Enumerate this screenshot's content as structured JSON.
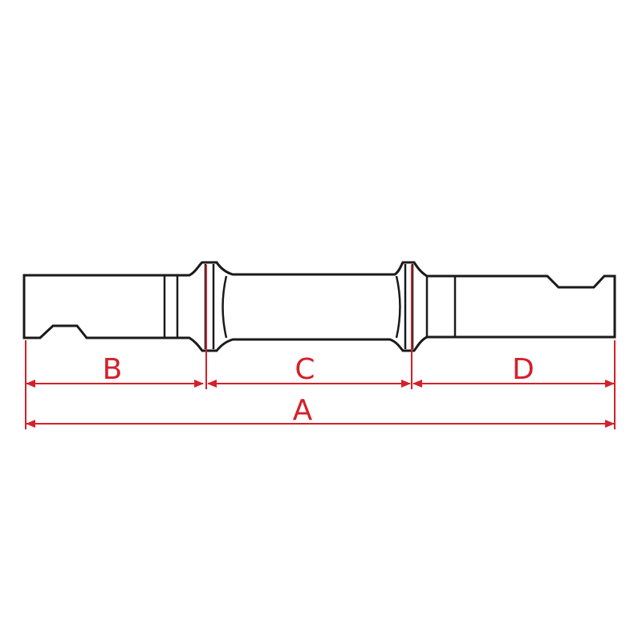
{
  "colors": {
    "outline": "#1a1a1a",
    "dimension": "#d4202a",
    "background": "#ffffff"
  },
  "dimensions": {
    "a_label": "A",
    "b_label": "B",
    "c_label": "C",
    "d_label": "D"
  }
}
